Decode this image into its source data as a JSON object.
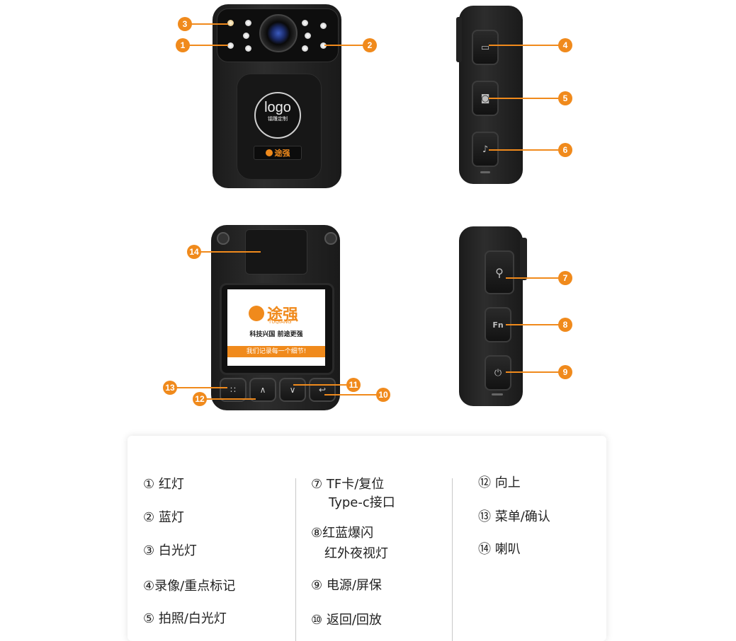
{
  "callouts": [
    "1",
    "2",
    "3",
    "4",
    "5",
    "6",
    "7",
    "8",
    "9",
    "10",
    "11",
    "12",
    "13",
    "14"
  ],
  "device": {
    "logo_text": "logo",
    "logo_sub": "镭雕定制",
    "brand_name": "途强",
    "brand_sub": "TUQIANG",
    "screen_slogan": "科技兴国 前途更强",
    "screen_banner": "我们记录每一个细节!",
    "fn_label": "Fn"
  },
  "legend": {
    "col1": [
      "① 红灯",
      "② 蓝灯",
      "③ 白光灯",
      "④录像/重点标记",
      "⑤ 拍照/白光灯"
    ],
    "col2": [
      {
        "line1": "⑦ TF卡/复位",
        "line2": "Type-c接口"
      },
      {
        "line1": "⑧红蓝爆闪",
        "line2": "红外夜视灯"
      },
      {
        "line1": "⑨ 电源/屏保",
        "line2": ""
      },
      {
        "line1": "⑩ 返回/回放",
        "line2": ""
      }
    ],
    "col3": [
      "⑫ 向上",
      "⑬ 菜单/确认",
      "⑭ 喇叭"
    ]
  },
  "colors": {
    "accent": "#f08a1c",
    "device": "#1e1e1e"
  }
}
